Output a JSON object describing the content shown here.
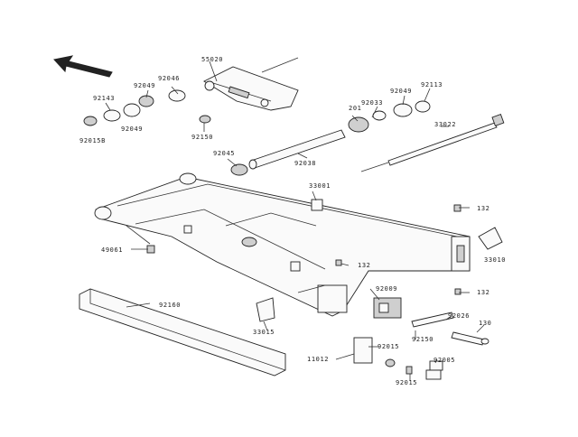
{
  "diagram": {
    "labels": [
      {
        "id": "l1",
        "text": "55020"
      },
      {
        "id": "l2",
        "text": "92046"
      },
      {
        "id": "l3",
        "text": "92049"
      },
      {
        "id": "l4",
        "text": "92143"
      },
      {
        "id": "l5",
        "text": "92049"
      },
      {
        "id": "l6",
        "text": "92113"
      },
      {
        "id": "l7",
        "text": "92033"
      },
      {
        "id": "l8",
        "text": "92015B"
      },
      {
        "id": "l9",
        "text": "92049"
      },
      {
        "id": "l10",
        "text": "92150"
      },
      {
        "id": "l11",
        "text": "33022"
      },
      {
        "id": "l12",
        "text": "92045"
      },
      {
        "id": "l13",
        "text": "92038"
      },
      {
        "id": "l14",
        "text": "33001"
      },
      {
        "id": "l15",
        "text": "132"
      },
      {
        "id": "l16",
        "text": "49061"
      },
      {
        "id": "l17",
        "text": "33010"
      },
      {
        "id": "l18",
        "text": "132"
      },
      {
        "id": "l19",
        "text": "132"
      },
      {
        "id": "l20",
        "text": "92160"
      },
      {
        "id": "l21",
        "text": "92009"
      },
      {
        "id": "l22",
        "text": "92026"
      },
      {
        "id": "l23",
        "text": "130"
      },
      {
        "id": "l24",
        "text": "33015"
      },
      {
        "id": "l25",
        "text": "92150"
      },
      {
        "id": "l26",
        "text": "92015"
      },
      {
        "id": "l27",
        "text": "11012"
      },
      {
        "id": "l28",
        "text": "92005"
      },
      {
        "id": "l29",
        "text": "92015"
      },
      {
        "id": "l30",
        "text": "201"
      }
    ]
  }
}
